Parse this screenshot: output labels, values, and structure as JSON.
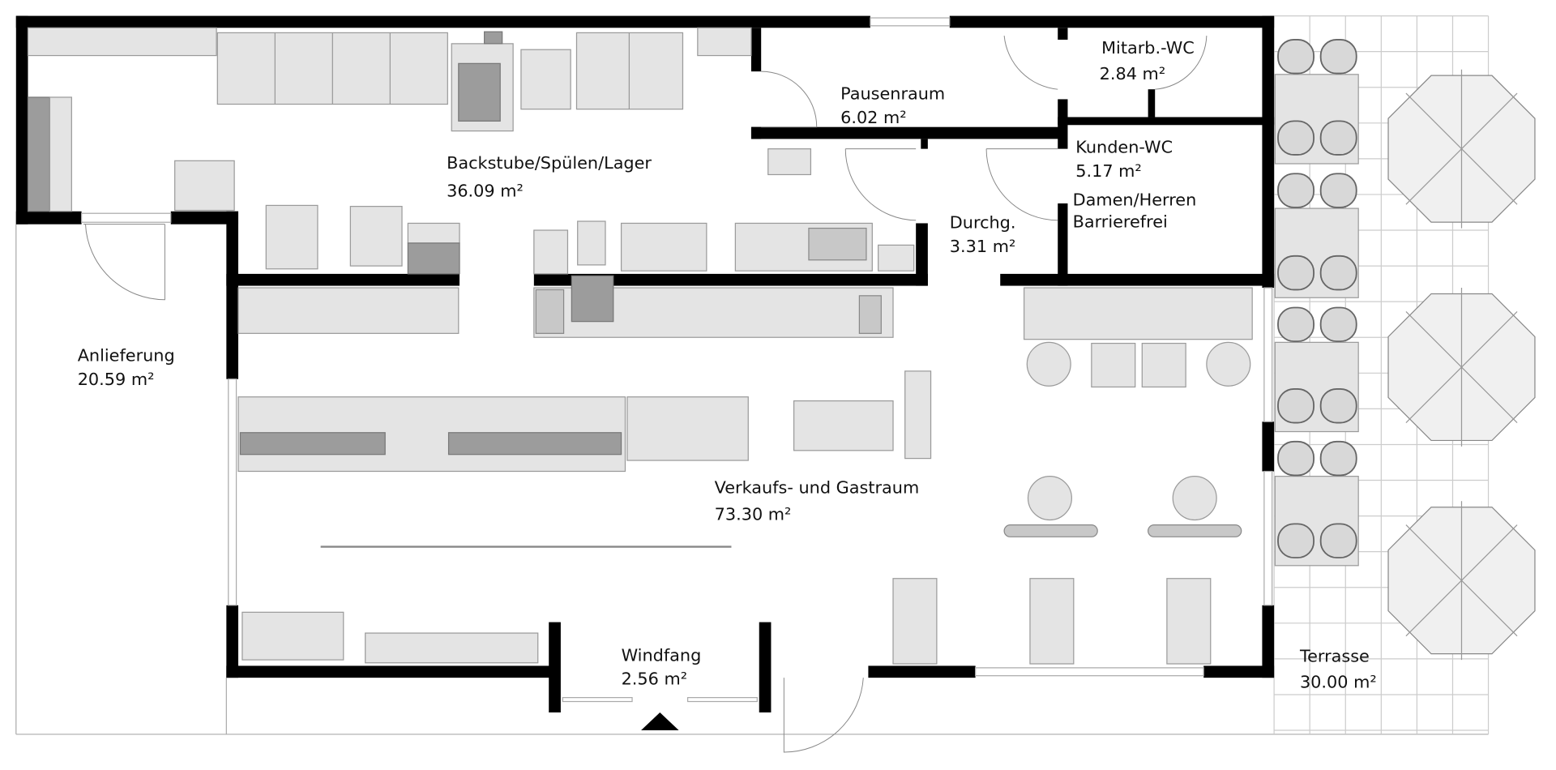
{
  "title": "Grundriss Bäckerei-Café",
  "rooms": [
    {
      "name": "Backstube/Spülen/Lager",
      "area": "36.09 m²"
    },
    {
      "name": "Pausenraum",
      "area": "6.02 m²"
    },
    {
      "name": "Mitarb.-WC",
      "area": "2.84 m²"
    },
    {
      "name": "Kunden-WC",
      "area": "5.17 m²",
      "note1": "Damen/Herren",
      "note2": "Barrierefrei"
    },
    {
      "name": "Durchg.",
      "area": "3.31 m²"
    },
    {
      "name": "Anlieferung",
      "area": "20.59 m²"
    },
    {
      "name": "Verkaufs- und Gastraum",
      "area": "73.30 m²"
    },
    {
      "name": "Windfang",
      "area": "2.56 m²"
    },
    {
      "name": "Terrasse",
      "area": "30.00 m²"
    }
  ],
  "colors": {
    "wall": "#000000",
    "furniture": "#e4e4e4",
    "furniture_dark": "#9c9c9c"
  }
}
